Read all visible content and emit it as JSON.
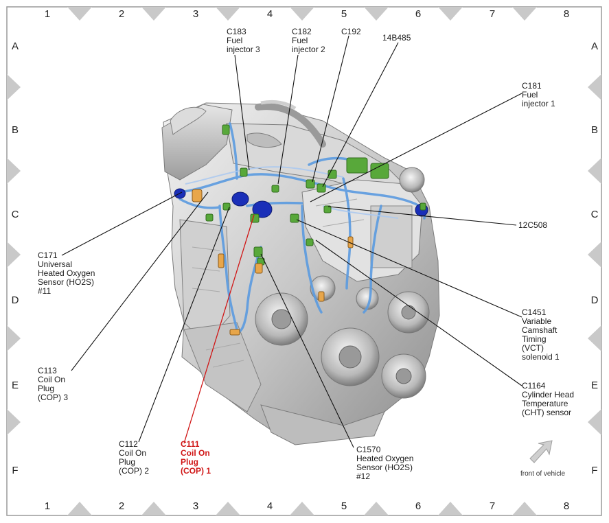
{
  "grid": {
    "columns": [
      "1",
      "2",
      "3",
      "4",
      "5",
      "6",
      "7",
      "8"
    ],
    "rows": [
      "A",
      "B",
      "C",
      "D",
      "E",
      "F"
    ]
  },
  "callouts": [
    {
      "id": "c183",
      "text": "C183\nFuel\ninjector 3",
      "highlight": false
    },
    {
      "id": "c182",
      "text": "C182\nFuel\ninjector 2",
      "highlight": false
    },
    {
      "id": "c192",
      "text": "C192",
      "highlight": false
    },
    {
      "id": "14b485",
      "text": "14B485",
      "highlight": false
    },
    {
      "id": "c181",
      "text": "C181\nFuel\ninjector 1",
      "highlight": false
    },
    {
      "id": "12c508",
      "text": "12C508",
      "highlight": false
    },
    {
      "id": "c1451",
      "text": "C1451\nVariable\nCamshaft\nTiming\n(VCT)\nsolenoid 1",
      "highlight": false
    },
    {
      "id": "c1164",
      "text": "C1164\nCylinder Head\nTemperature\n(CHT) sensor",
      "highlight": false
    },
    {
      "id": "c1570",
      "text": "C1570\nHeated Oxygen\nSensor (HO2S)\n#12",
      "highlight": false
    },
    {
      "id": "c111",
      "text": "C111\nCoil On\nPlug\n(COP) 1",
      "highlight": true
    },
    {
      "id": "c112",
      "text": "C112\nCoil On\nPlug\n(COP) 2",
      "highlight": false
    },
    {
      "id": "c113",
      "text": "C113\nCoil On\nPlug\n(COP) 3",
      "highlight": false
    },
    {
      "id": "c171",
      "text": "C171\nUniversal\nHeated Oxygen\nSensor (HO2S)\n#11",
      "highlight": false
    }
  ],
  "orientation": {
    "label": "front of vehicle"
  },
  "colors": {
    "highlight": "#d01616",
    "harness": "#5b9be0",
    "connector": "#58a83a",
    "accent_blue": "#1a2fb8",
    "border": "#9a9a9a",
    "marker": "#c9c9c9"
  }
}
